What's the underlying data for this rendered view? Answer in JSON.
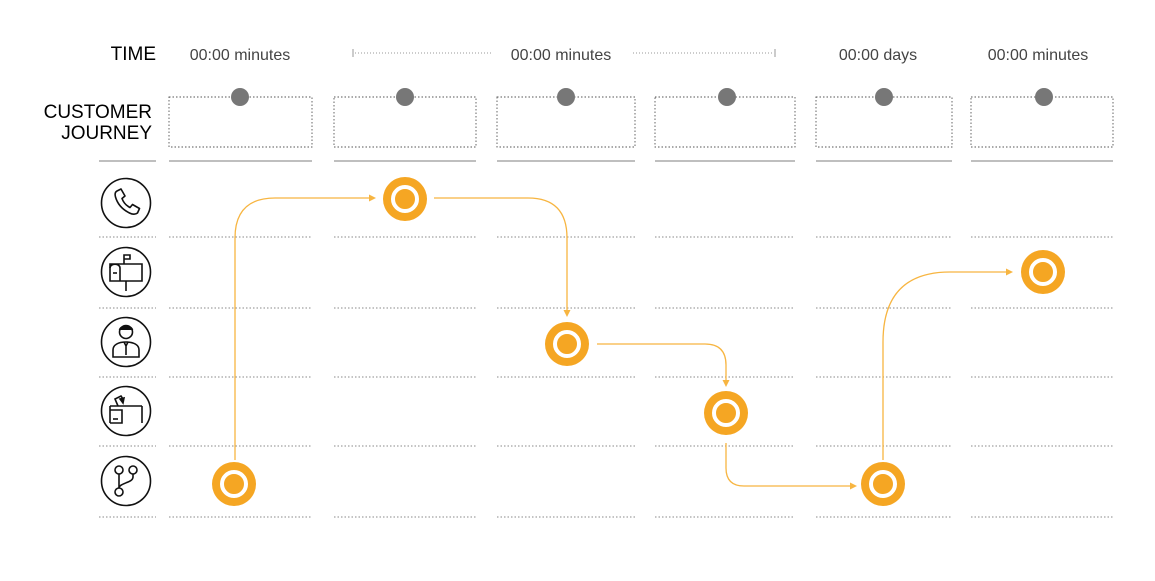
{
  "row_labels": {
    "time": "TIME",
    "journey_line1": "CUSTOMER",
    "journey_line2": "JOURNEY"
  },
  "time_labels": [
    "00:00 minutes",
    "00:00 minutes",
    "00:00 days",
    "00:00 minutes"
  ],
  "channels": [
    {
      "icon": "phone-icon"
    },
    {
      "icon": "mailbox-icon"
    },
    {
      "icon": "agent-person-icon"
    },
    {
      "icon": "desk-office-icon"
    },
    {
      "icon": "branching-flow-icon"
    }
  ],
  "steps": [
    {
      "column": 1,
      "channel": 5
    },
    {
      "column": 2,
      "channel": 1
    },
    {
      "column": 3,
      "channel": 3
    },
    {
      "column": 4,
      "channel": 4
    },
    {
      "column": 5,
      "channel": 5
    },
    {
      "column": 6,
      "channel": 2
    }
  ],
  "colors": {
    "accent": "#f5a623",
    "accent_line": "#f7b541",
    "marker_gray": "#777777",
    "grid_dotted": "#888888",
    "grid_solid": "#aaaaaa",
    "icon_stroke": "#111111"
  }
}
